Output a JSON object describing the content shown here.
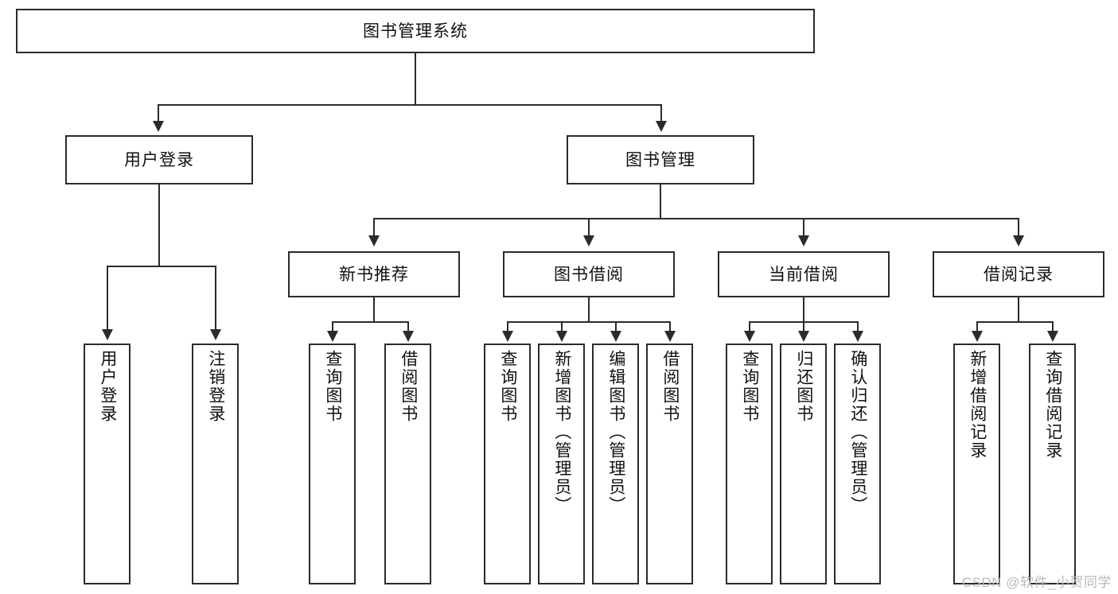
{
  "diagram": {
    "title": "图书管理系统",
    "type": "tree-hierarchy",
    "watermark": "CSDN @软件_小贺同学",
    "colors": {
      "stroke": "#2b2b2b",
      "fill": "#ffffff",
      "text": "#111111",
      "watermark": "#b9b9b9"
    }
  },
  "root": {
    "label": "图书管理系统"
  },
  "level2": [
    {
      "id": "user-login",
      "label": "用户登录"
    },
    {
      "id": "book-management",
      "label": "图书管理"
    }
  ],
  "level3": [
    {
      "id": "new-book-recommend",
      "label": "新书推荐"
    },
    {
      "id": "book-borrow",
      "label": "图书借阅"
    },
    {
      "id": "current-borrow",
      "label": "当前借阅"
    },
    {
      "id": "borrow-record",
      "label": "借阅记录"
    }
  ],
  "leaves": {
    "user_login": [
      {
        "id": "leaf-user-login",
        "label": "用户登录"
      },
      {
        "id": "leaf-logout-login",
        "label": "注销登录"
      }
    ],
    "new_book_recommend": [
      {
        "id": "leaf-query-book-1",
        "label": "查询图书"
      },
      {
        "id": "leaf-borrow-book-1",
        "label": "借阅图书"
      }
    ],
    "book_borrow": [
      {
        "id": "leaf-query-book-2",
        "label": "查询图书"
      },
      {
        "id": "leaf-add-book",
        "label": "新增图书（管理员）"
      },
      {
        "id": "leaf-edit-book",
        "label": "编辑图书（管理员）"
      },
      {
        "id": "leaf-borrow-book-2",
        "label": "借阅图书"
      }
    ],
    "current_borrow": [
      {
        "id": "leaf-query-book-3",
        "label": "查询图书"
      },
      {
        "id": "leaf-return-book",
        "label": "归还图书"
      },
      {
        "id": "leaf-confirm-return",
        "label": "确认归还（管理员）"
      }
    ],
    "borrow_record": [
      {
        "id": "leaf-add-borrow-record",
        "label": "新增借阅记录"
      },
      {
        "id": "leaf-query-borrow-record",
        "label": "查询借阅记录"
      }
    ]
  }
}
